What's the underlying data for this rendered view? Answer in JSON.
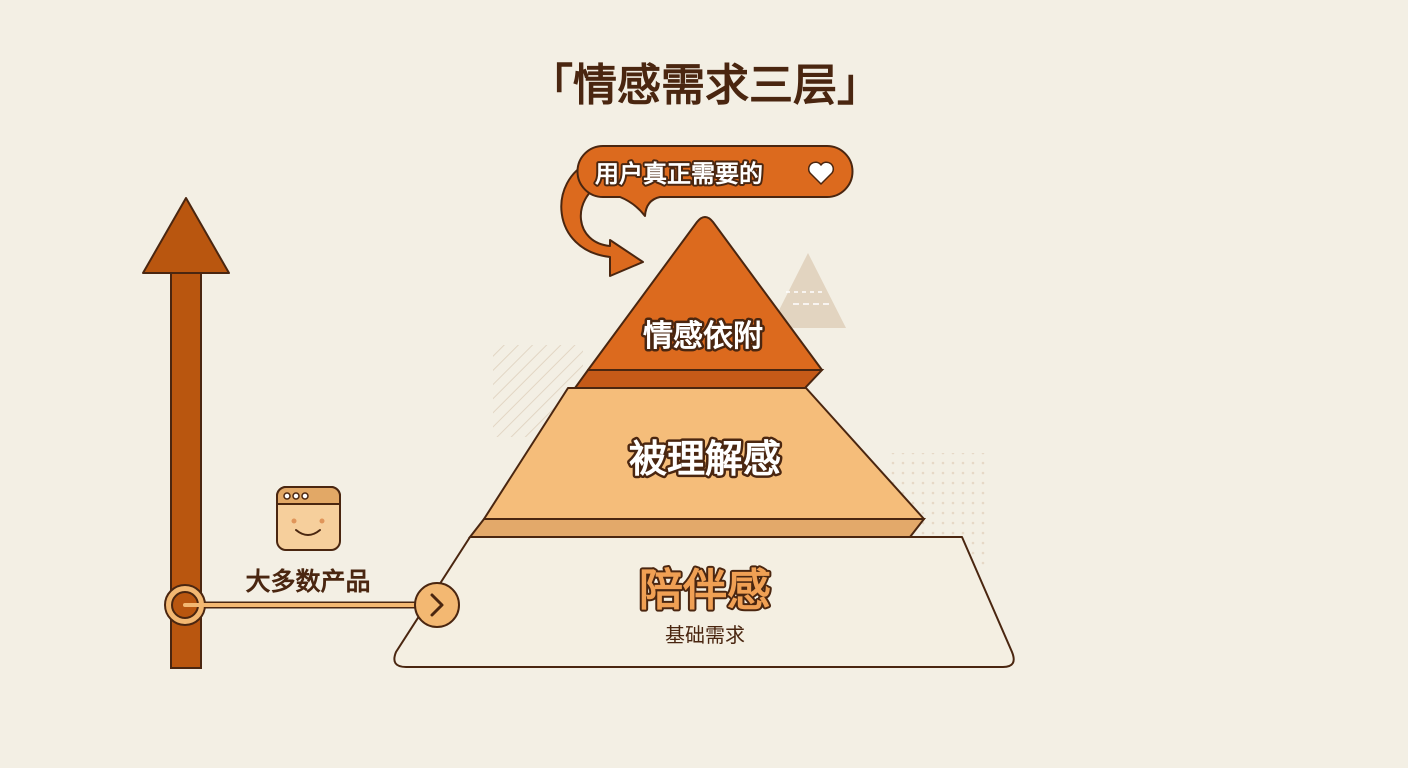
{
  "title": "「情感需求三层」",
  "callout": {
    "label": "用户真正需要的",
    "icon": "heart-icon"
  },
  "pyramid": {
    "top": {
      "label": "情感依附"
    },
    "middle": {
      "label": "被理解感"
    },
    "bottom": {
      "label": "陪伴感",
      "sublabel": "基础需求"
    }
  },
  "side": {
    "product_label": "大多数产品",
    "product_icon": "smiling-window-icon"
  },
  "colors": {
    "background": "#f3efe4",
    "top": "#dc6a1e",
    "middle": "#f5bd7a",
    "bottom": "#f4efe2",
    "arrow": "#b9560f",
    "outline": "#4a2610",
    "accent": "#f3b872"
  }
}
